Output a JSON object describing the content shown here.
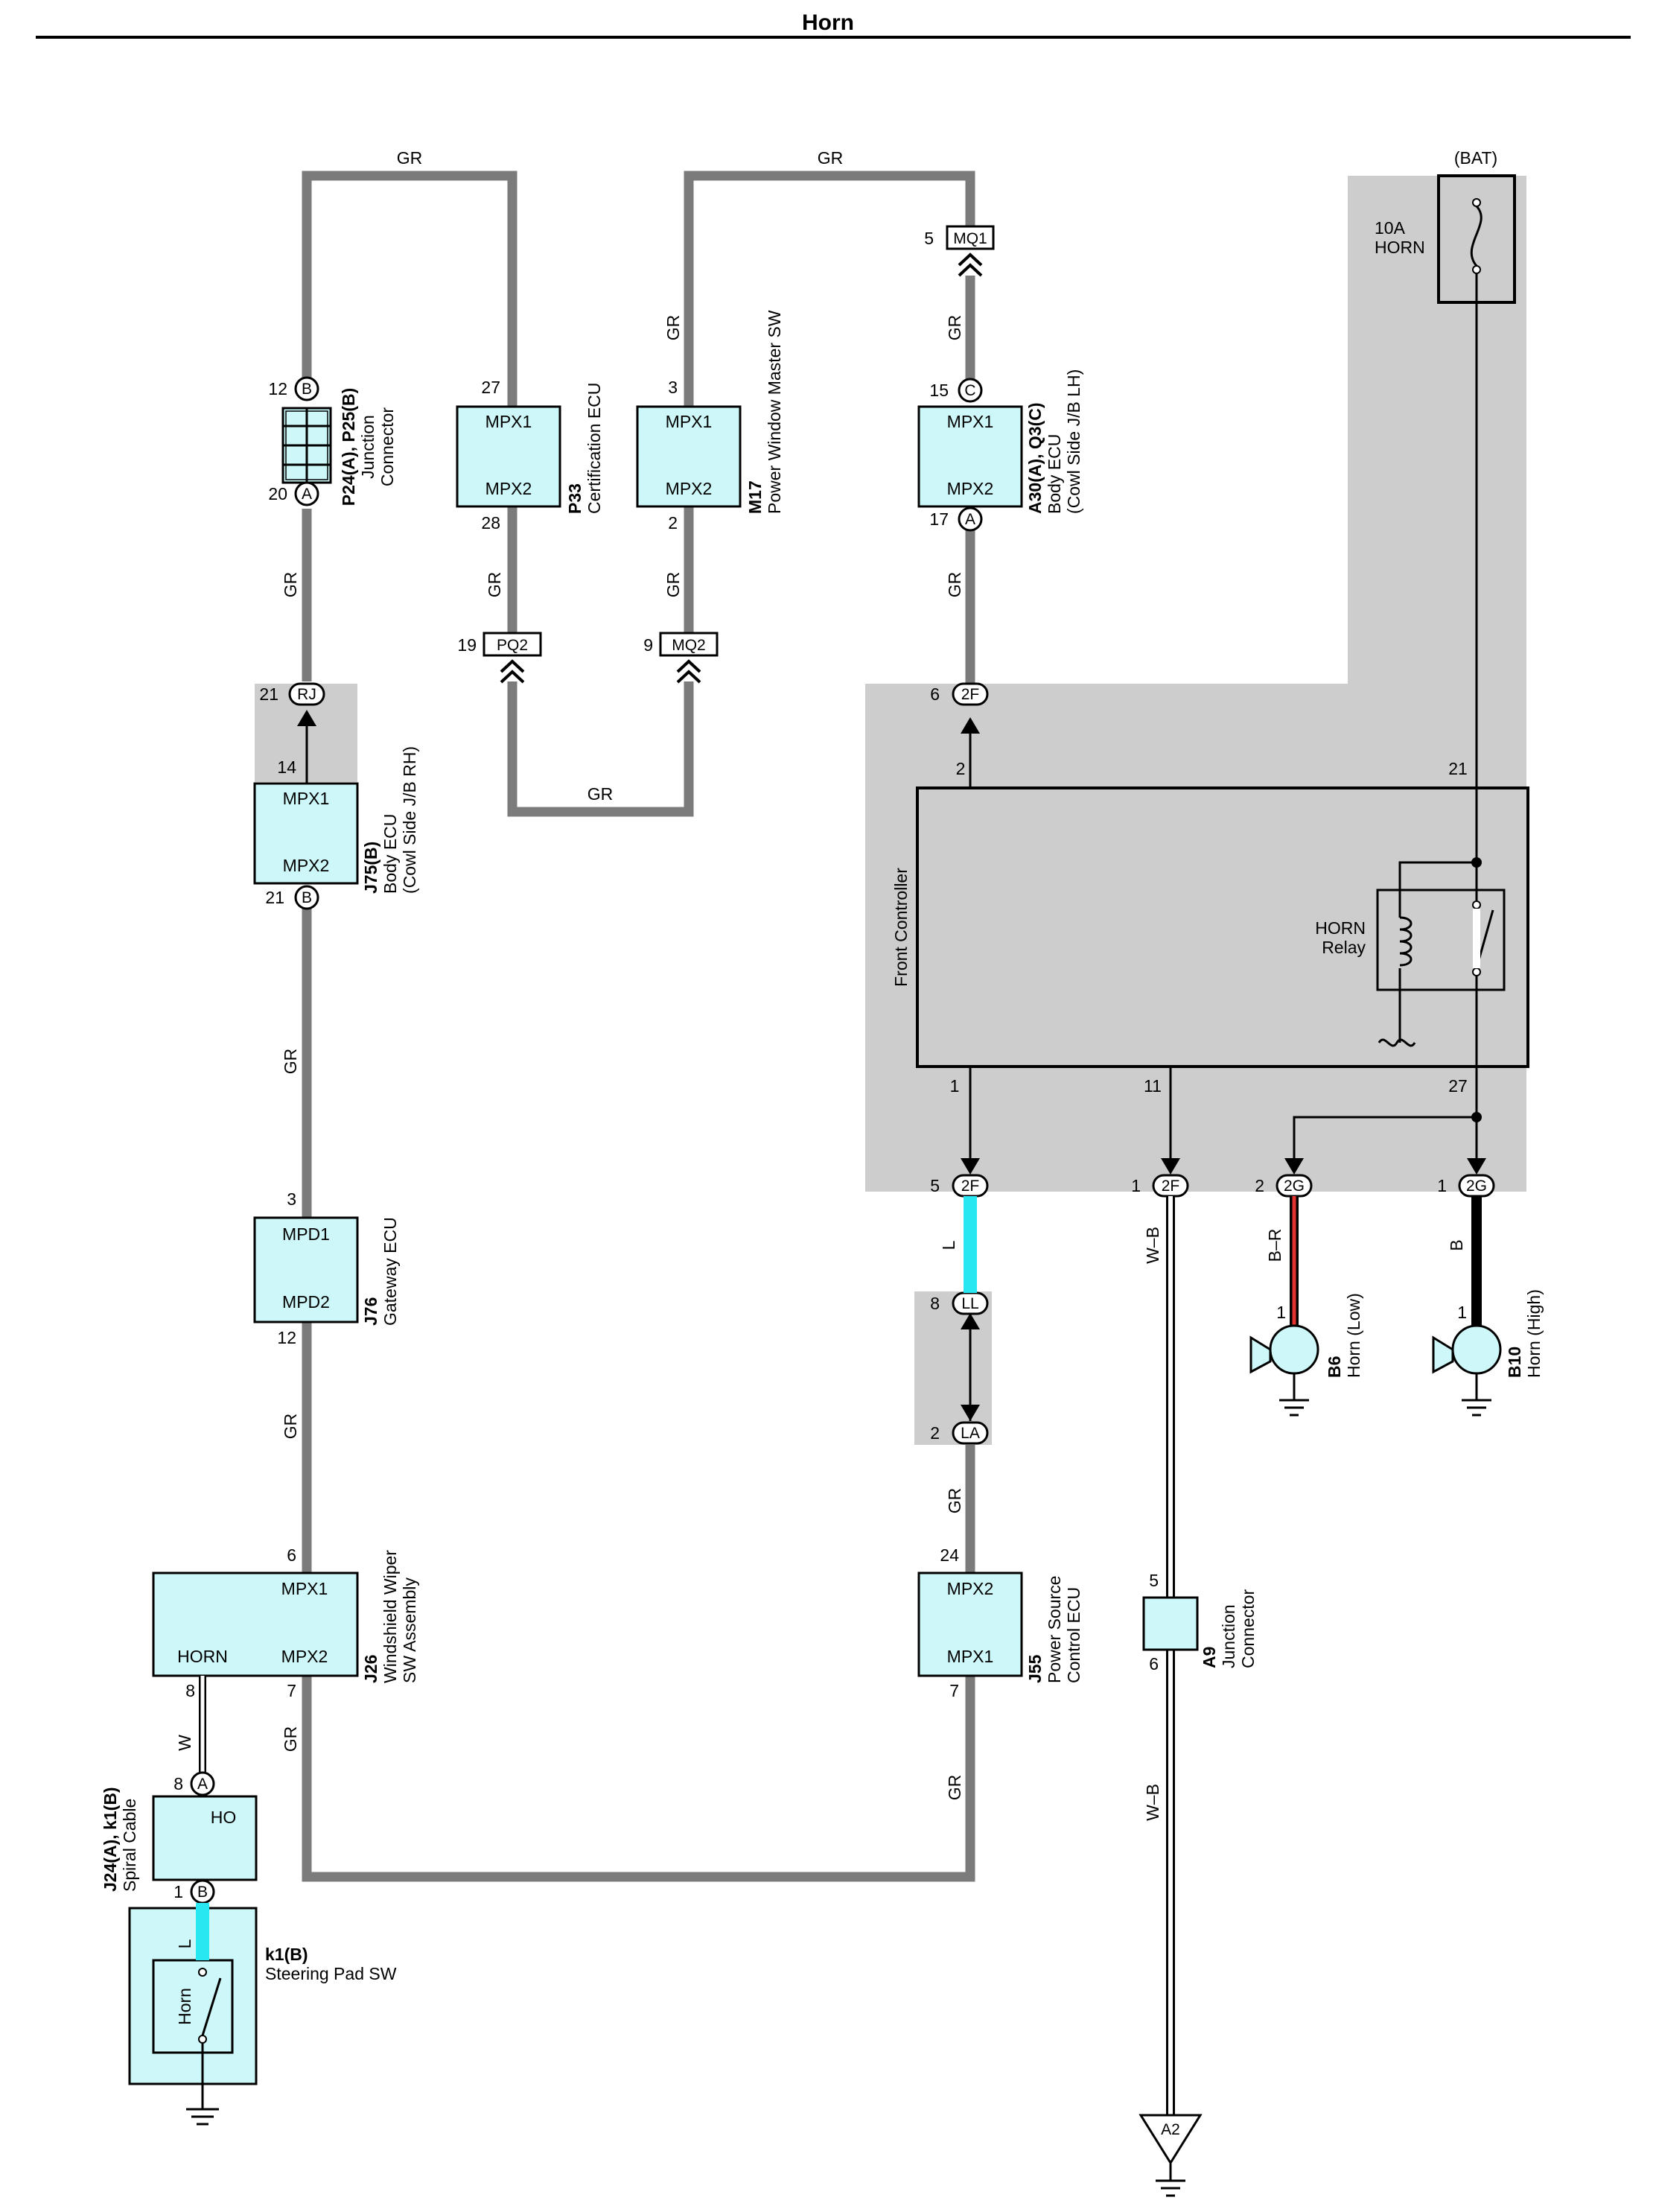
{
  "title": "Horn",
  "power": {
    "bat_label": "(BAT)",
    "fuse_label_1": "10A",
    "fuse_label_2": "HORN"
  },
  "wire_colors": {
    "gr": "GR",
    "l": "L",
    "w": "W",
    "wb": "W–B",
    "br": "B–R",
    "b": "B",
    "gr_hex": "#7b7b7b",
    "l_hex": "#29e7f0",
    "br_hex": "#e3342f",
    "b_hex": "#000000"
  },
  "components": {
    "p24": {
      "code": "P24(A), P25(B)",
      "name1": "Junction",
      "name2": "Connector",
      "pin_top": "12",
      "pin_bottom": "20",
      "conn_top": "B",
      "conn_bottom": "A"
    },
    "p33": {
      "code": "P33",
      "name1": "Certification ECU",
      "port1": "MPX1",
      "port2": "MPX2",
      "pin_top": "27",
      "pin_bottom": "28"
    },
    "m17": {
      "code": "M17",
      "name1": "Power Window Master SW",
      "port1": "MPX1",
      "port2": "MPX2",
      "pin_top": "3",
      "pin_bottom": "2"
    },
    "a30": {
      "code": "A30(A), Q3(C)",
      "name1": "Body ECU",
      "name2": "(Cowl Side J/B LH)",
      "port1": "MPX1",
      "port2": "MPX2",
      "pin_top": "15",
      "pin_bottom": "17",
      "conn_top": "C",
      "conn_bottom": "A"
    },
    "j75": {
      "code": "J75(B)",
      "name1": "Body ECU",
      "name2": "(Cowl Side J/B RH)",
      "port1": "MPX1",
      "port2": "MPX2",
      "pin_top": "14",
      "pin_bottom": "21",
      "conn_bottom": "B"
    },
    "j76": {
      "code": "J76",
      "name1": "Gateway ECU",
      "port1": "MPD1",
      "port2": "MPD2",
      "pin_top": "3",
      "pin_bottom": "12"
    },
    "j26": {
      "code": "J26",
      "name1": "Windshield Wiper",
      "name2": "SW Assembly",
      "port1": "MPX1",
      "port2": "MPX2",
      "port3": "HORN",
      "pin_top": "6",
      "pin_horn": "8",
      "pin_mpx2": "7"
    },
    "j24": {
      "code": "J24(A), k1(B)",
      "name1": "Spiral Cable",
      "port": "HO",
      "pin_top": "8",
      "pin_bottom": "1",
      "conn_top": "A",
      "conn_bottom": "B"
    },
    "k1": {
      "code": "k1(B)",
      "name1": "Steering Pad SW",
      "switch_label": "Horn"
    },
    "j55": {
      "code": "J55",
      "name1": "Power Source",
      "name2": "Control ECU",
      "port1": "MPX2",
      "port2": "MPX1",
      "pin_top": "24",
      "pin_bottom": "7"
    },
    "front": {
      "name": "Front Controller",
      "relay1": "HORN",
      "relay2": "Relay",
      "pin_2": "2",
      "pin_21": "21",
      "pin_1": "1",
      "pin_11": "11",
      "pin_27": "27"
    },
    "a9": {
      "code": "A9",
      "name1": "Junction",
      "name2": "Connector",
      "pin_top": "5",
      "pin_bottom": "6"
    },
    "b6": {
      "code": "B6",
      "name1": "Horn (Low)",
      "pin": "1"
    },
    "b10": {
      "code": "B10",
      "name1": "Horn (High)",
      "pin": "1"
    }
  },
  "connectors": {
    "mq1": {
      "id": "MQ1",
      "pin": "5"
    },
    "pq2": {
      "id": "PQ2",
      "pin": "19"
    },
    "mq2": {
      "id": "MQ2",
      "pin": "9"
    },
    "rj": {
      "id": "RJ",
      "pin": "21"
    },
    "c2f_6": {
      "id": "2F",
      "pin": "6"
    },
    "c2f_5": {
      "id": "2F",
      "pin": "5"
    },
    "c2f_1": {
      "id": "2F",
      "pin": "1"
    },
    "c2g_2": {
      "id": "2G",
      "pin": "2"
    },
    "c2g_1": {
      "id": "2G",
      "pin": "1"
    },
    "ll": {
      "id": "LL",
      "pin": "8"
    },
    "la": {
      "id": "LA",
      "pin": "2"
    }
  },
  "ground_ref": {
    "label": "A2"
  }
}
